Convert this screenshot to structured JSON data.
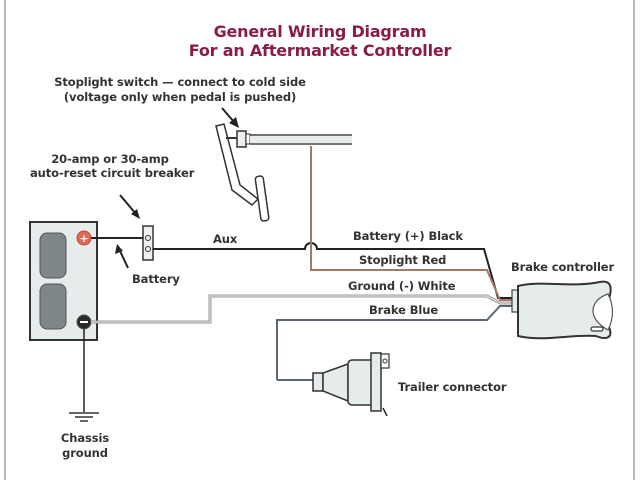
{
  "title": {
    "line1": "General Wiring Diagram",
    "line2": "For an Aftermarket Controller"
  },
  "labels": {
    "stoplight_switch_line1": "Stoplight switch — connect to cold side",
    "stoplight_switch_line2": "(voltage only when pedal is pushed)",
    "breaker_line1": "20-amp or 30-amp",
    "breaker_line2": "auto-reset circuit breaker",
    "battery": "Battery",
    "aux": "Aux",
    "brake_controller": "Brake controller",
    "trailer_connector": "Trailer connector",
    "chassis_line1": "Chassis",
    "chassis_line2": "ground"
  },
  "wires": [
    {
      "label": "Battery (+)  Black",
      "color": "#222222"
    },
    {
      "label": "Stoplight  Red",
      "color": "#a5786a"
    },
    {
      "label": "Ground (-)  White",
      "color": "#9a9a9a"
    },
    {
      "label": "Brake  Blue",
      "color": "#5b6573"
    }
  ],
  "colors": {
    "title": "#8a1c4a",
    "battery_positive": "#e06a55",
    "battery_negative": "#2a2a2a",
    "component_fill": "#e6ecec"
  }
}
